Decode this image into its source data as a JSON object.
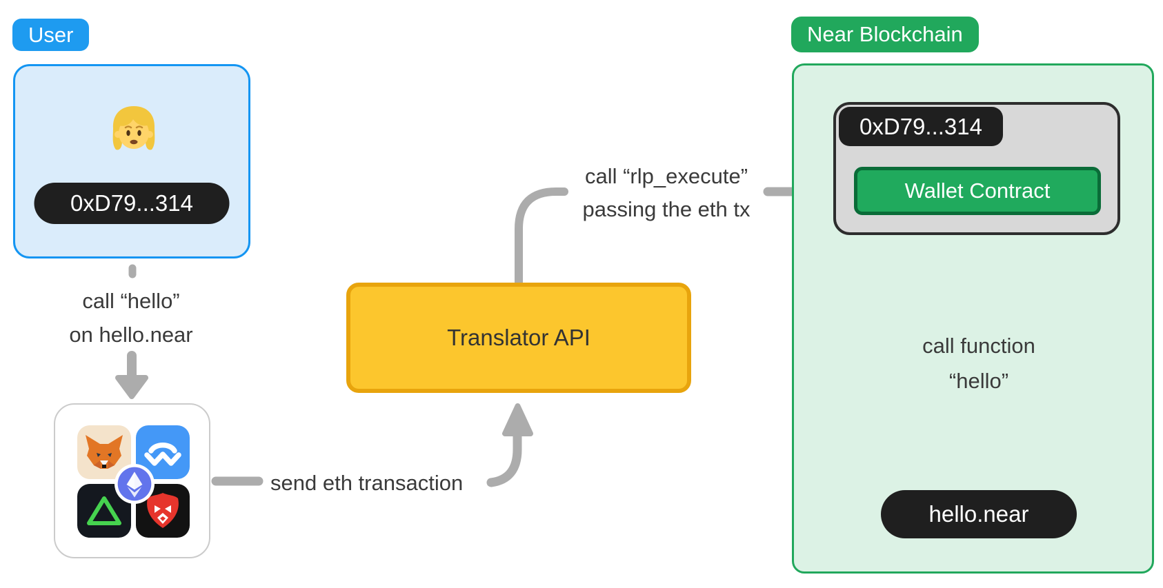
{
  "user": {
    "badge_label": "User",
    "address_pill": "0xD79...314",
    "caption_line1": "call “hello”",
    "caption_line2": "on hello.near",
    "person_icon": "person-emoji",
    "wallet_icons": [
      "metamask-fox-icon",
      "walletconnect-icon",
      "green-triangle-wallet-icon",
      "brave-lion-icon",
      "ethereum-icon"
    ]
  },
  "labels": {
    "send_eth": "send eth transaction",
    "rlp_line1": "call “rlp_execute”",
    "rlp_line2": "passing the eth tx"
  },
  "translator": {
    "label": "Translator API"
  },
  "near": {
    "badge_label": "Near Blockchain",
    "address_pill": "0xD79...314",
    "wallet_contract_label": "Wallet Contract",
    "caption_line1": "call function",
    "caption_line2": "“hello”",
    "target_pill": "hello.near"
  },
  "colors": {
    "user_accent": "#1E9BF0",
    "user_box_fill": "#DAECFB",
    "near_accent": "#21A85C",
    "near_box_fill": "#DCF2E5",
    "translator_fill": "#FCC62D",
    "translator_border": "#E8A40D",
    "pill_dark": "#1F1F1F",
    "connector_gray": "#ACACAC",
    "inner_box_fill": "#D8D8D8",
    "inner_box_border": "#2D2D2D",
    "contract_fill": "#20AA5D",
    "contract_border": "#0A6C38",
    "text_dark": "#3A3A3A"
  }
}
